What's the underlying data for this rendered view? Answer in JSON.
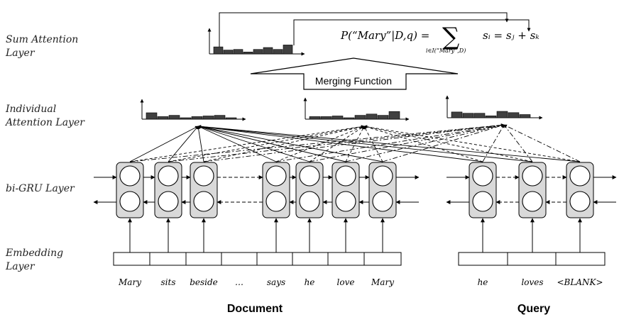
{
  "layers": {
    "sum_attention": [
      "Sum Attention",
      "Layer"
    ],
    "individual_attention": [
      "Individual",
      "Attention  Layer"
    ],
    "bigru": [
      "bi-GRU Layer"
    ],
    "embedding": [
      "Embedding",
      "Layer"
    ]
  },
  "merging_function": "Merging Function",
  "formula": {
    "lhs": "P(“Mary”|D,q) =",
    "sum_symbol": "∑",
    "subscript": "i∈I(“Mary”,D)",
    "rhs": "sᵢ = sⱼ + sₖ"
  },
  "document_words": [
    "Mary",
    "sits",
    "beside",
    "…",
    "says",
    "he",
    "love",
    "Mary"
  ],
  "query_words": [
    "he",
    "loves",
    "<BLANK>"
  ],
  "captions": {
    "document": "Document",
    "query": "Query"
  },
  "colors": {
    "gru_cell": "#d9d9d9",
    "bar": "#404040",
    "line": "#000000"
  },
  "chart_data": [
    {
      "type": "bar",
      "title": "sum attention (document)",
      "values": [
        0.55,
        0.3,
        0.35,
        0.15,
        0.35,
        0.5,
        0.35,
        0.7
      ]
    },
    {
      "type": "bar",
      "title": "individual attention 1",
      "values": [
        0.5,
        0.2,
        0.3,
        0.1,
        0.2,
        0.25,
        0.3,
        0.1
      ]
    },
    {
      "type": "bar",
      "title": "individual attention 2",
      "values": [
        0.2,
        0.2,
        0.25,
        0.1,
        0.3,
        0.4,
        0.3,
        0.6
      ]
    },
    {
      "type": "bar",
      "title": "individual attention 3",
      "values": [
        0.45,
        0.35,
        0.35,
        0.15,
        0.5,
        0.4,
        0.25
      ]
    }
  ]
}
